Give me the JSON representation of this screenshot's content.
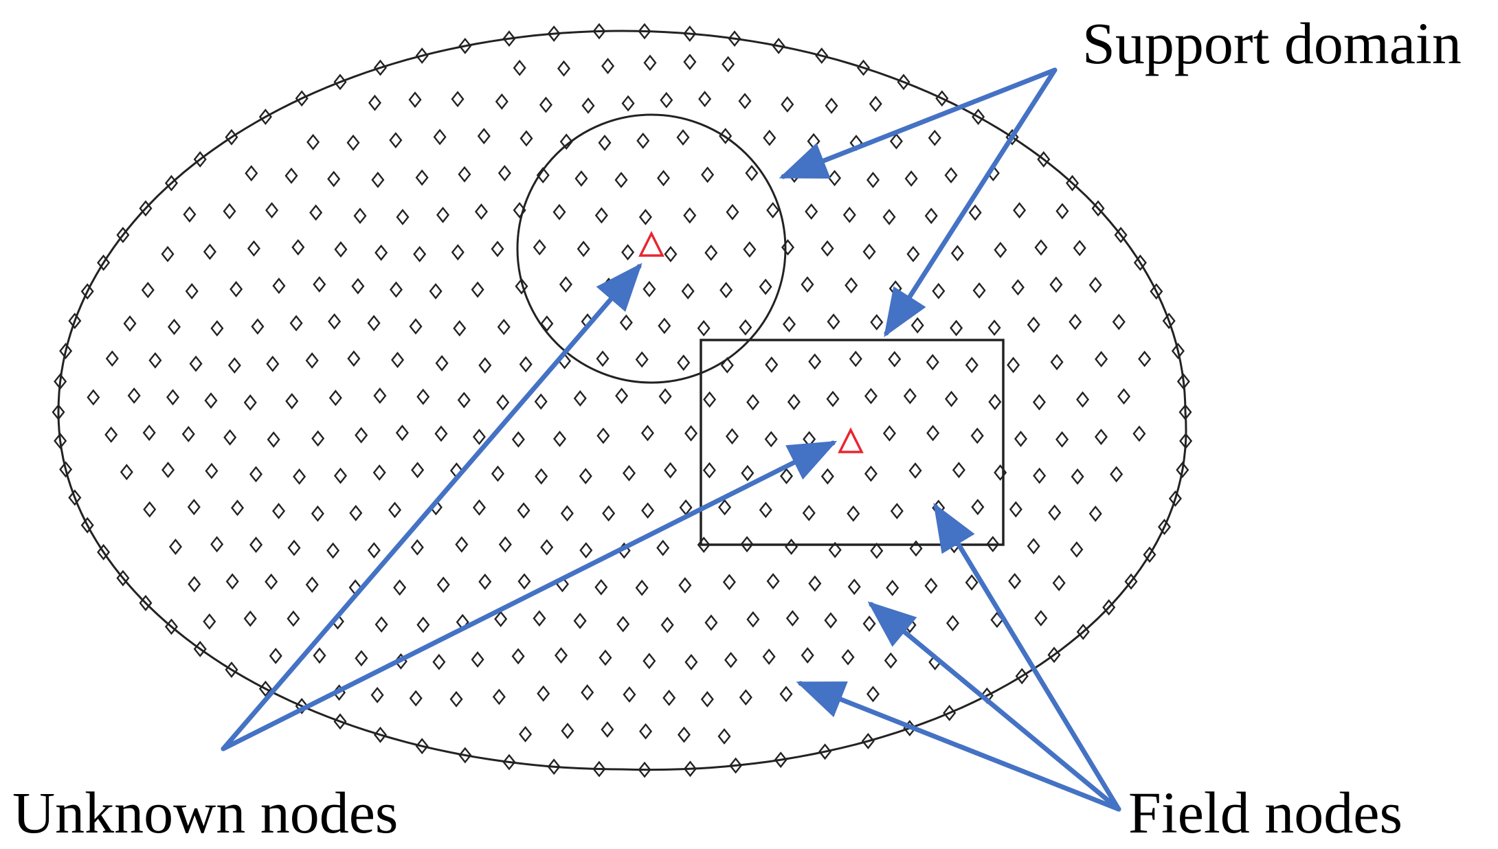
{
  "labels": {
    "support_domain": "Support domain",
    "unknown_nodes": "Unknown nodes",
    "field_nodes": "Field nodes"
  },
  "colors": {
    "boundary": "#222222",
    "node": "#222222",
    "unknown_node": "#e8262e",
    "arrow": "#4472c4",
    "text": "#000000"
  },
  "icons": {
    "field_node": "diamond-icon",
    "unknown_node": "triangle-icon"
  }
}
